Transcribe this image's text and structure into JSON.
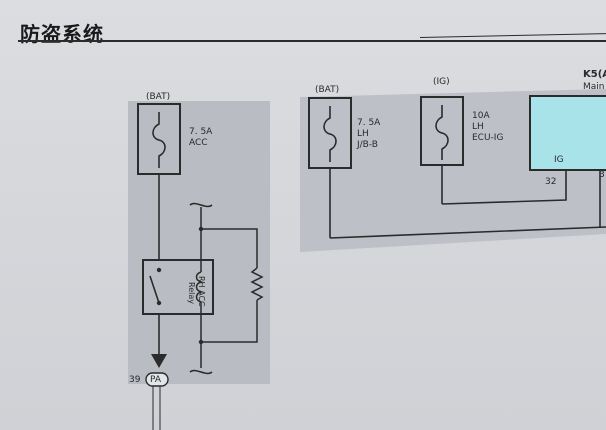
{
  "page": {
    "title": "防盗系统"
  },
  "left_panel": {
    "source_label": "(BAT)",
    "fuse": {
      "rating": "7. 5A",
      "name": "ACC"
    },
    "relay_label": [
      "RH ACC",
      "Relay"
    ],
    "connector": {
      "pin": "39",
      "name": "PA"
    }
  },
  "right_panel": {
    "fuse1": {
      "source_label": "(BAT)",
      "rating": "7. 5A",
      "lines": [
        "LH",
        "J/B-B"
      ]
    },
    "fuse2": {
      "source_label": "(IG)",
      "rating": "10A",
      "lines": [
        "LH",
        "ECU-IG"
      ]
    },
    "ecu": {
      "name": "K5(A",
      "sub": "Main",
      "pin_label": "IG",
      "pins": [
        "32",
        "3"
      ]
    }
  },
  "colors": {
    "panel": "#b9bcc2",
    "line": "#2b2b2b",
    "ecu_fill": "#a9e3ea"
  }
}
